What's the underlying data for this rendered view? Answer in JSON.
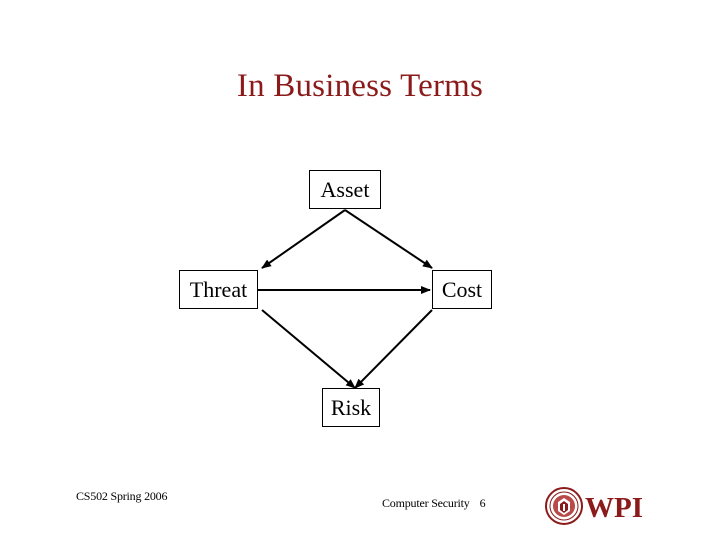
{
  "title": "In Business Terms",
  "nodes": {
    "asset": "Asset",
    "threat": "Threat",
    "cost": "Cost",
    "risk": "Risk"
  },
  "footer": {
    "course": "CS502 Spring 2006",
    "subject": "Computer Security",
    "page": "6"
  },
  "logo": {
    "text": "WPI",
    "icon": "wpi-seal-icon",
    "color": "#8b1a1a"
  },
  "colors": {
    "title": "#8b1a1a",
    "lines": "#000000"
  }
}
